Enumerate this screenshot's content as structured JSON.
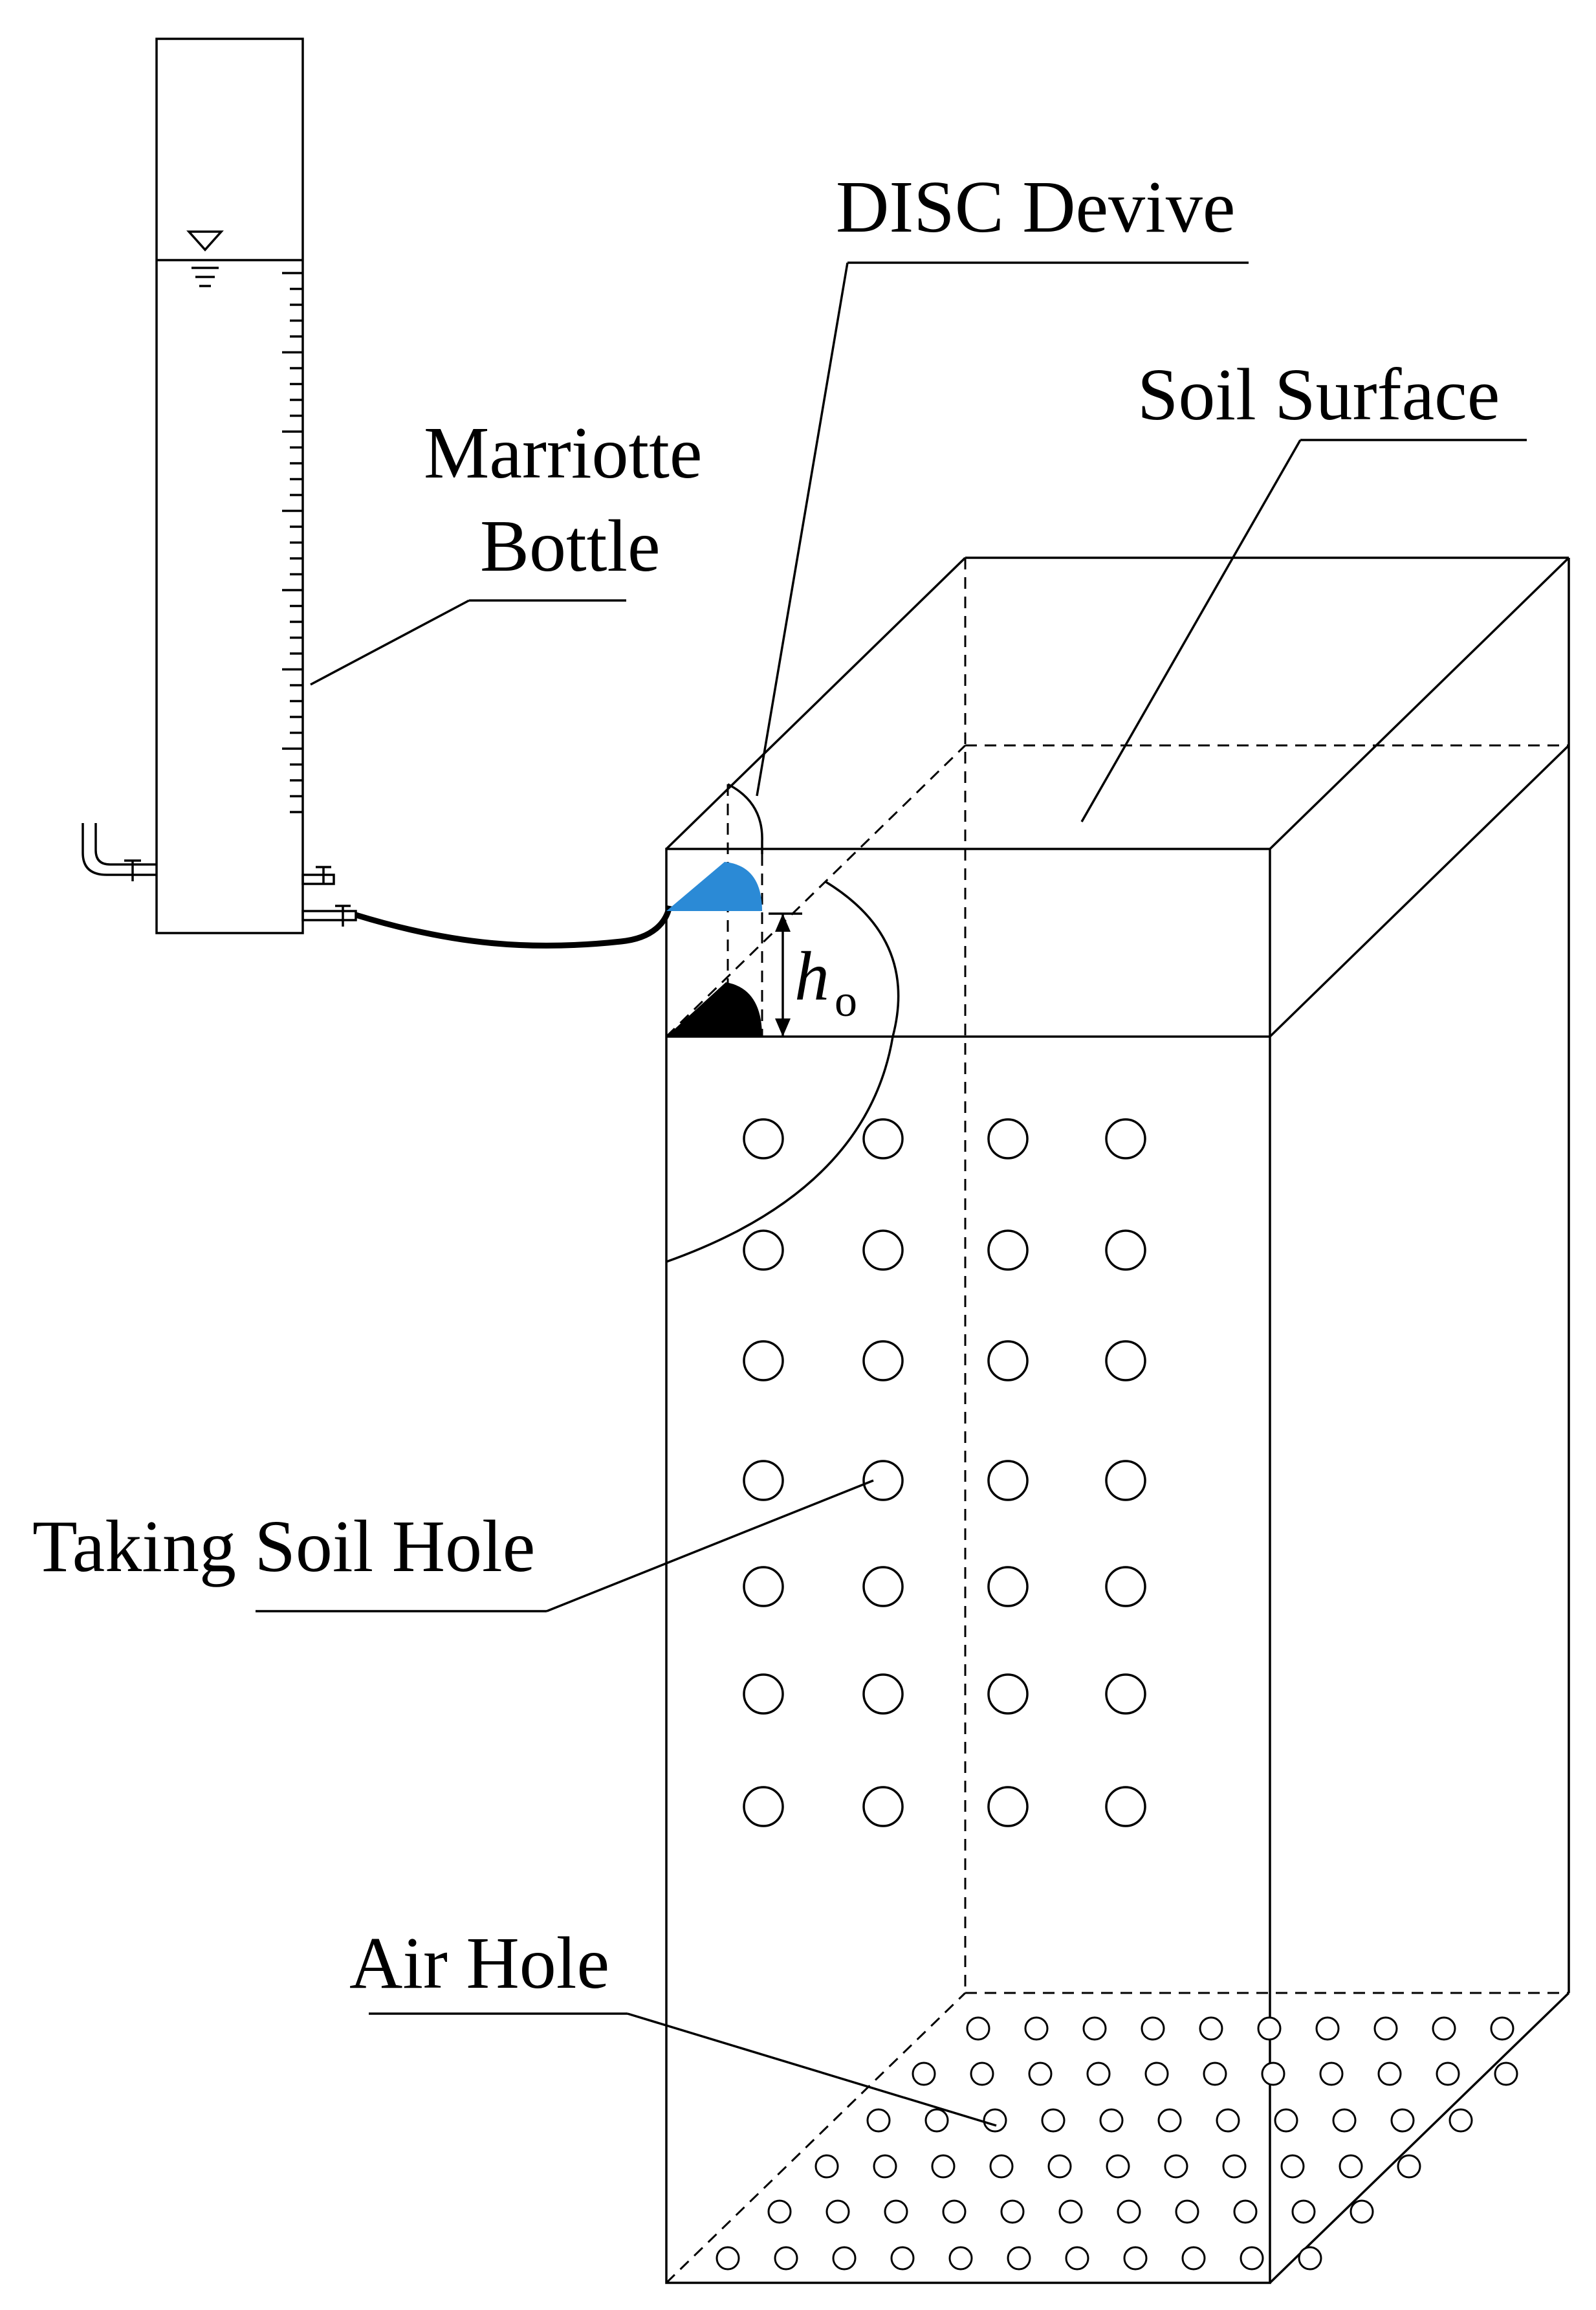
{
  "labels": {
    "disc": "DISC Devive",
    "soil_surface": "Soil Surface",
    "marriotte_line1": "Marriotte",
    "marriotte_line2": "Bottle",
    "taking_soil_hole": "Taking Soil Hole",
    "air_hole": "Air Hole",
    "h_symbol": "h",
    "h_subscript": "o"
  },
  "colors": {
    "disc_water": "#2b8ad6",
    "wet_front": "#000000",
    "line": "#000000"
  },
  "icons": {
    "water_level": "inverted-triangle-water-level-icon"
  }
}
